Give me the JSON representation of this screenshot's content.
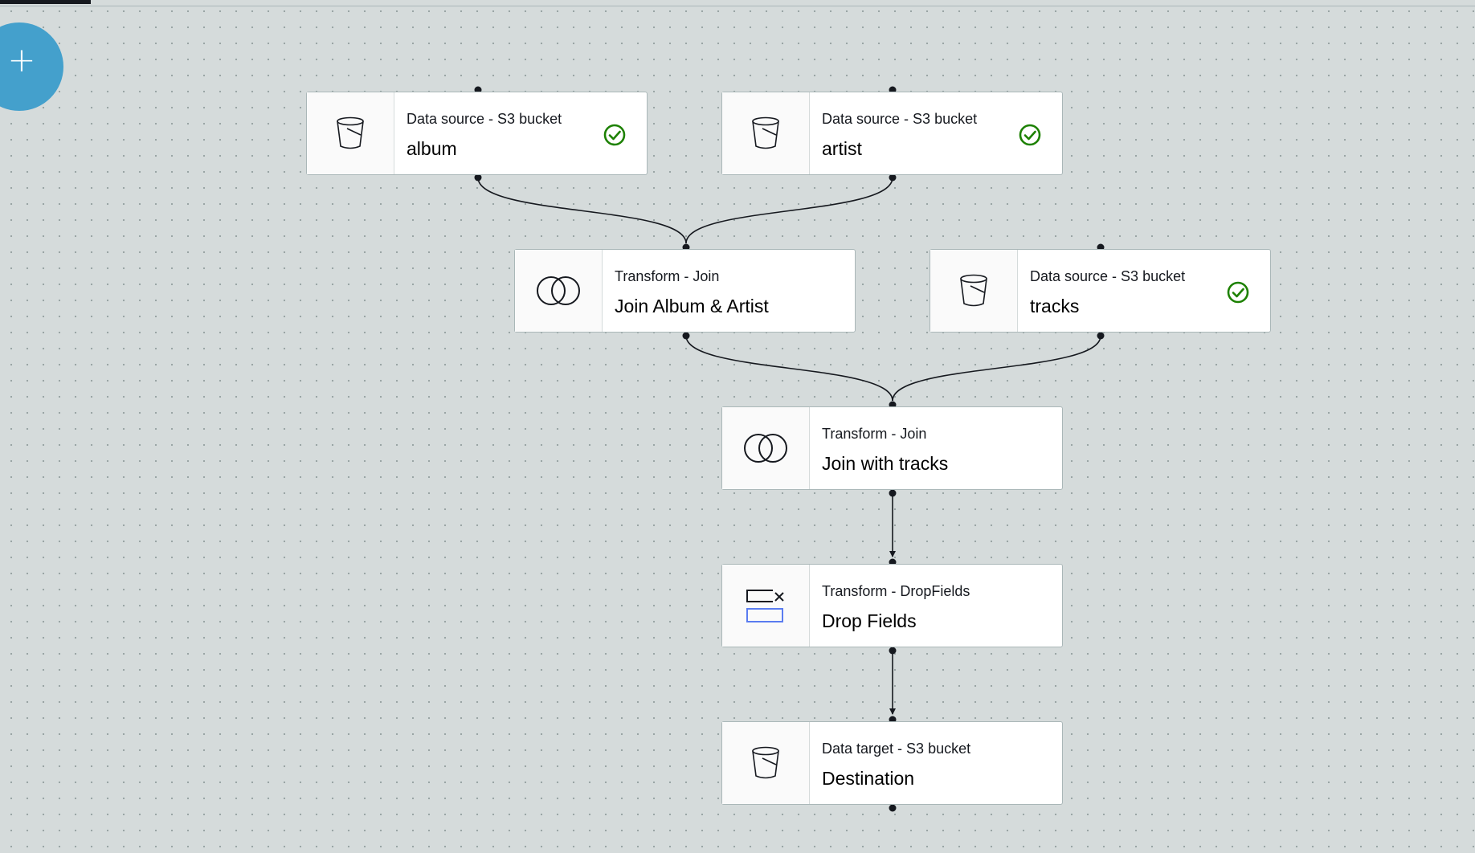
{
  "toolbar": {
    "add_button_label": "+"
  },
  "nodes": [
    {
      "id": "album",
      "kind": "Data source - S3 bucket",
      "name": "album",
      "icon": "bucket-icon",
      "status": "success-check-icon"
    },
    {
      "id": "artist",
      "kind": "Data source - S3 bucket",
      "name": "artist",
      "icon": "bucket-icon",
      "status": "success-check-icon"
    },
    {
      "id": "join-album-artist",
      "kind": "Transform - Join",
      "name": "Join Album & Artist",
      "icon": "join-icon",
      "status": null
    },
    {
      "id": "tracks",
      "kind": "Data source - S3 bucket",
      "name": "tracks",
      "icon": "bucket-icon",
      "status": "success-check-icon"
    },
    {
      "id": "join-with-tracks",
      "kind": "Transform - Join",
      "name": "Join with tracks",
      "icon": "join-icon",
      "status": null
    },
    {
      "id": "drop-fields",
      "kind": "Transform - DropFields",
      "name": "Drop Fields",
      "icon": "drop-fields-icon",
      "status": null
    },
    {
      "id": "destination",
      "kind": "Data target - S3 bucket",
      "name": "Destination",
      "icon": "bucket-icon",
      "status": null
    }
  ],
  "edges": [
    {
      "from": "album",
      "to": "join-album-artist"
    },
    {
      "from": "artist",
      "to": "join-album-artist"
    },
    {
      "from": "join-album-artist",
      "to": "join-with-tracks"
    },
    {
      "from": "tracks",
      "to": "join-with-tracks"
    },
    {
      "from": "join-with-tracks",
      "to": "drop-fields"
    },
    {
      "from": "drop-fields",
      "to": "destination"
    }
  ],
  "colors": {
    "success": "#1d8102",
    "canvas": "#d5dbdb",
    "accent": "#44a0cc",
    "drop_accent": "#5a7cf0"
  }
}
